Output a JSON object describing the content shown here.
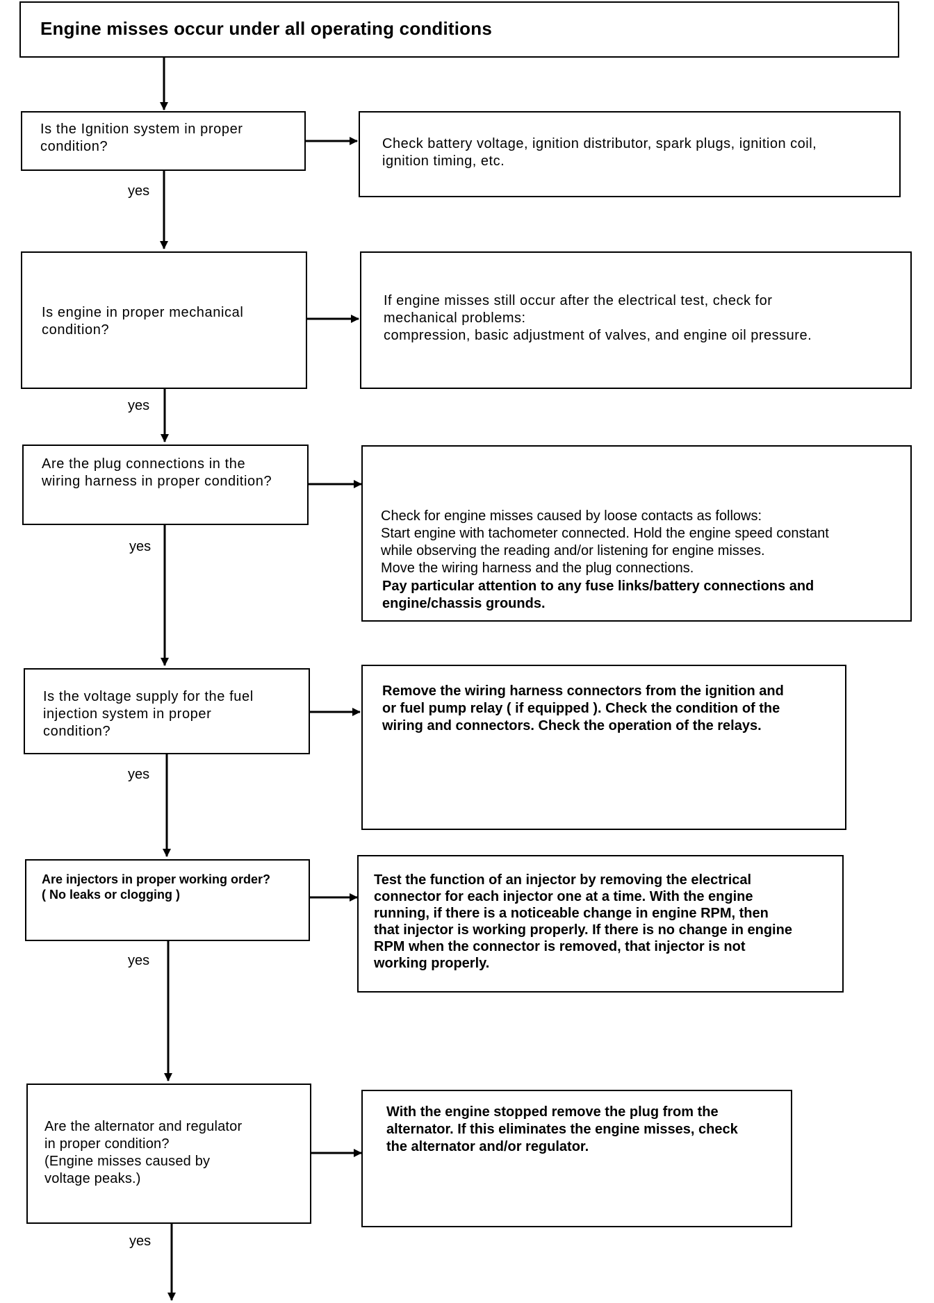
{
  "title": "Engine misses occur under all operating conditions",
  "yes_label": "yes",
  "steps": [
    {
      "question": [
        "Is the Ignition system in proper",
        "condition?"
      ],
      "action": [
        "Check battery voltage, ignition distributor, spark plugs, ignition coil,",
        "ignition timing, etc."
      ]
    },
    {
      "question": [
        "Is engine in proper mechanical",
        "condition?"
      ],
      "action": [
        "If engine misses still occur after the electrical test, check for",
        "mechanical problems:",
        "compression, basic adjustment of valves, and engine oil pressure."
      ]
    },
    {
      "question": [
        "Are the plug connections in the",
        "wiring harness in proper condition?"
      ],
      "action": [
        "Check for engine misses caused by loose contacts as follows:",
        "Start engine with tachometer connected. Hold the engine speed constant",
        "while observing the reading and/or listening for engine misses.",
        "Move the wiring harness and the plug connections."
      ],
      "action_bold": [
        "Pay particular attention to any fuse links/battery connections and",
        "engine/chassis grounds."
      ]
    },
    {
      "question": [
        "Is the voltage supply for the fuel",
        "injection system in proper",
        "condition?"
      ],
      "action_bold": [
        "Remove the wiring harness connectors from the ignition and",
        "or fuel pump relay ( if equipped ). Check the condition of the",
        "wiring and connectors. Check the operation of the relays."
      ]
    },
    {
      "question_bold": [
        "Are injectors in proper working order?",
        "( No leaks or clogging )"
      ],
      "action_bold": [
        "Test the function of an injector by removing the electrical",
        "connector for each injector one at a time. With the engine",
        "running, if there is a noticeable change in engine RPM, then",
        "that injector is working properly. If there is no change in engine",
        "RPM when the connector is removed, that injector is not",
        "working properly."
      ]
    },
    {
      "question": [
        "Are the alternator and regulator",
        "in proper condition?",
        "(Engine misses caused by",
        "voltage peaks.)"
      ],
      "action_bold": [
        "With the engine stopped remove the plug from the",
        "alternator. If this eliminates the engine misses, check",
        "the alternator and/or regulator."
      ]
    }
  ]
}
